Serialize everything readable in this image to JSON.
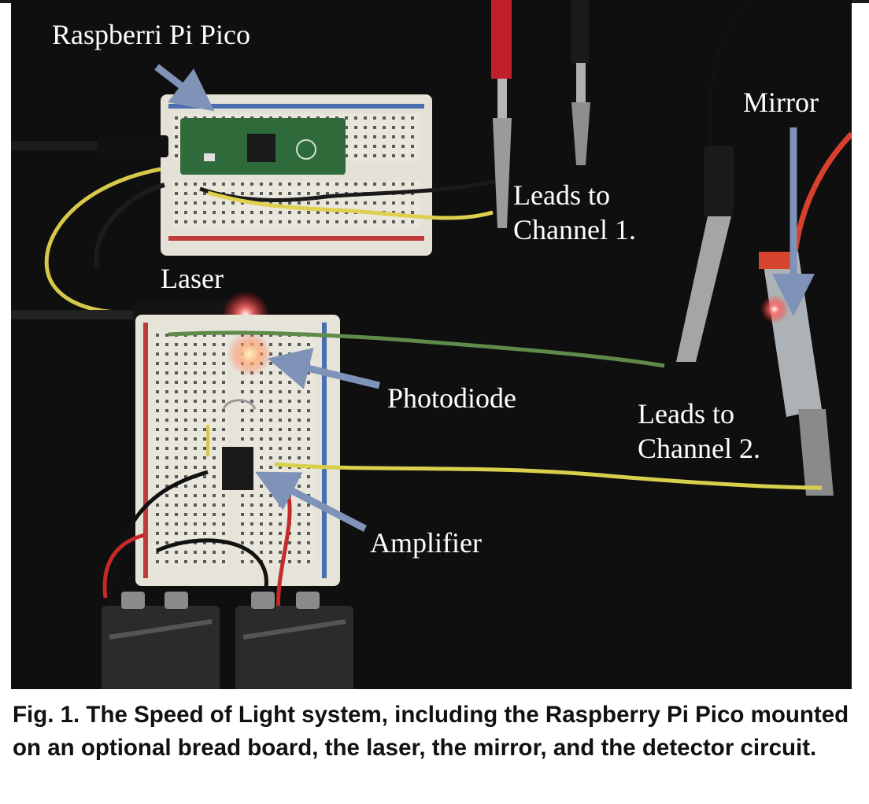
{
  "figure": {
    "labels": {
      "pico": "Raspberri Pi Pico",
      "mirror": "Mirror",
      "leads1": "Leads to\nChannel 1.",
      "laser": "Laser",
      "photodiode": "Photodiode",
      "leads2": "Leads to\nChannel 2.",
      "amplifier": "Amplifier"
    },
    "arrow_color": "#7f93b8"
  },
  "caption": "Fig. 1. The Speed of Light system, including the Raspberry Pi Pico mounted on an optional bread board, the laser, the mirror, and the detector circuit."
}
